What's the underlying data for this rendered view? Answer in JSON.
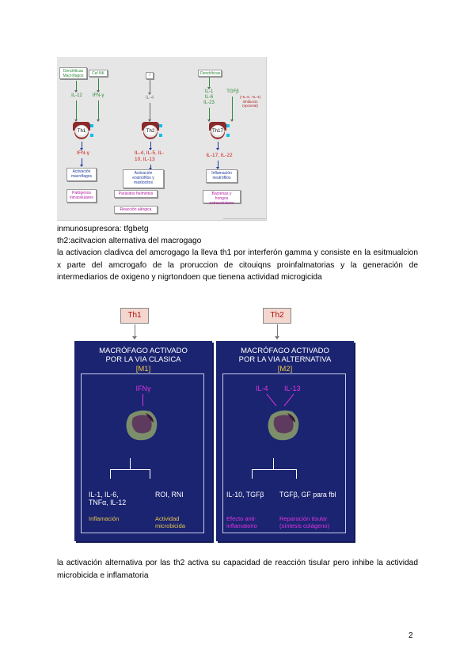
{
  "figure_top": {
    "col1": {
      "box1": "Dendríticas Macrófagos",
      "box2": "Cel NK",
      "cyt1": "IL-12",
      "cyt2": "IFN-γ",
      "cell": "Th1",
      "product": "IFN-γ",
      "effect": "Activación macrófagos",
      "target": "Patógenos intracelulares"
    },
    "col2": {
      "box1": "?",
      "cyt1": "IL-4",
      "cell": "Th2",
      "product": "IL-4, IL-5, IL-10, IL-13",
      "effect": "Activación eosinófilos y mastocitos",
      "target": "Parásitos helmintos",
      "extra": "Reacción alérgica"
    },
    "col3": {
      "box1": "Dendríticas",
      "cyt1": "IL-1 IL-6 IL-23",
      "cyt2": "TGFβ",
      "note": "(+IL-6, +IL-4) Inhibición (opcional)",
      "cell": "Th17",
      "product": "IL-17, IL-22",
      "effect": "Inflamación neutrófilos",
      "target": "Bacterias y hongos extracelulares"
    }
  },
  "text": {
    "l1": "inmunosupresora: tfgbetg",
    "l2": "th2:acitvacion alternativa del macrogago",
    "para1": "la activacion cladivca del amcrogago la lleva th1 por interferón gamma y consiste en la esitmualcion x parte del amcrogafo de la proruccion de citouiqns proinfalmatorias y la generación de intermediarios de oxigeno y nigrtondoen que tienena actividad microgicida",
    "para2": "la activación alternativa por las th2 activa su capacidad de reacción tisular pero inhibe la actividad microbicida e inflamatoria"
  },
  "figure_bottom": {
    "left": {
      "th": "Th1",
      "title1": "MACRÓFAGO ACTIVADO",
      "title2": "POR LA VIA CLASICA",
      "sub": "[M1]",
      "signal": "IFNγ",
      "out1": "IL-1, IL-6, TNFα, IL-12",
      "out2": "ROI, RNI",
      "eff1": "Inflamación",
      "eff2": "Actividad microbicida"
    },
    "right": {
      "th": "Th2",
      "title1": "MACRÓFAGO ACTIVADO",
      "title2": "POR LA VIA ALTERNATIVA",
      "sub": "[M2]",
      "signal1": "IL-4",
      "signal2": "IL-13",
      "out1": "IL-10, TGFβ",
      "out2": "TGFβ, GF para fbl",
      "eff1": "Efecto anti-inflamatorio",
      "eff2": "Reparación tisular (síntesis colágeno)"
    }
  },
  "page_number": "2"
}
